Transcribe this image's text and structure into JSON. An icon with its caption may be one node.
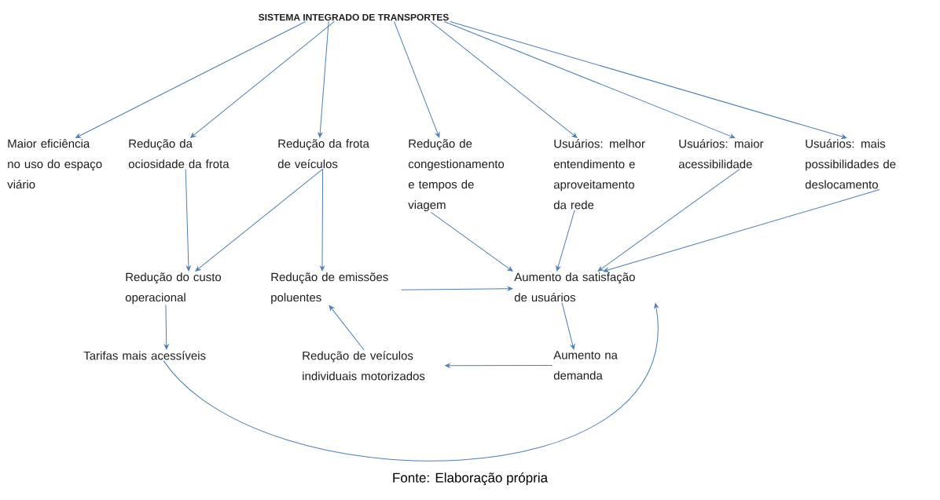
{
  "diagram": {
    "caption": "Fonte: Elaboração própria",
    "nodes": [
      {
        "text": [
          "SISTEMA INTEGRADO DE TRANSPORTES"
        ]
      },
      {
        "text": [
          "Maior eficiência no uso do espaço viário"
        ]
      },
      {
        "text": [
          "Redução da ociosidade da frota"
        ]
      },
      {
        "text": [
          "Redução da frota de veículos"
        ]
      },
      {
        "text": [
          "Redução de congestionamento e tempos de viagem"
        ]
      },
      {
        "text": [
          "Usuários: melhor entendimento e aproveitamento da rede"
        ]
      },
      {
        "text": [
          "Usuários: maior acessibilidade"
        ]
      },
      {
        "text": [
          "Usuários: mais possibilidades de deslocamento"
        ]
      },
      {
        "text": [
          "Redução do custo operacional"
        ]
      },
      {
        "text": [
          "Redução de emissões poluentes"
        ]
      },
      {
        "text": [
          "Aumento da satisfação de usuários"
        ]
      },
      {
        "text": [
          "Tarifas mais acessíveis"
        ]
      },
      {
        "text": [
          "Redução de veículos individuais motorizados"
        ]
      },
      {
        "text": [
          "Aumento na demanda"
        ]
      }
    ],
    "edges": [
      {
        "from": 0,
        "to": 1,
        "arrow": "to"
      },
      {
        "from": 0,
        "to": 2,
        "arrow": "to"
      },
      {
        "from": 0,
        "to": 3,
        "arrow": "to"
      },
      {
        "from": 0,
        "to": 4,
        "arrow": "to"
      },
      {
        "from": 0,
        "to": 5,
        "arrow": "to"
      },
      {
        "from": 0,
        "to": 6,
        "arrow": "to"
      },
      {
        "from": 0,
        "to": 7,
        "arrow": "to"
      },
      {
        "from": 2,
        "to": 8,
        "arrow": "to"
      },
      {
        "from": 3,
        "to": 8,
        "arrow": "to"
      },
      {
        "from": 3,
        "to": 9,
        "arrow": "to"
      },
      {
        "from": 4,
        "to": 10,
        "arrow": "to"
      },
      {
        "from": 5,
        "to": 10,
        "arrow": "to"
      },
      {
        "from": 6,
        "to": 10,
        "arrow": "to"
      },
      {
        "from": 7,
        "to": 10,
        "arrow": "to"
      },
      {
        "from": 9,
        "to": 10,
        "arrow": "to"
      },
      {
        "from": 8,
        "to": 11,
        "arrow": "to"
      },
      {
        "from": 10,
        "to": 13,
        "arrow": "to"
      },
      {
        "from": 13,
        "to": 12,
        "arrow": "to"
      },
      {
        "from": 12,
        "to": 9,
        "arrow": "to"
      },
      {
        "from": 11,
        "to": 10,
        "arrow": "to"
      }
    ]
  }
}
